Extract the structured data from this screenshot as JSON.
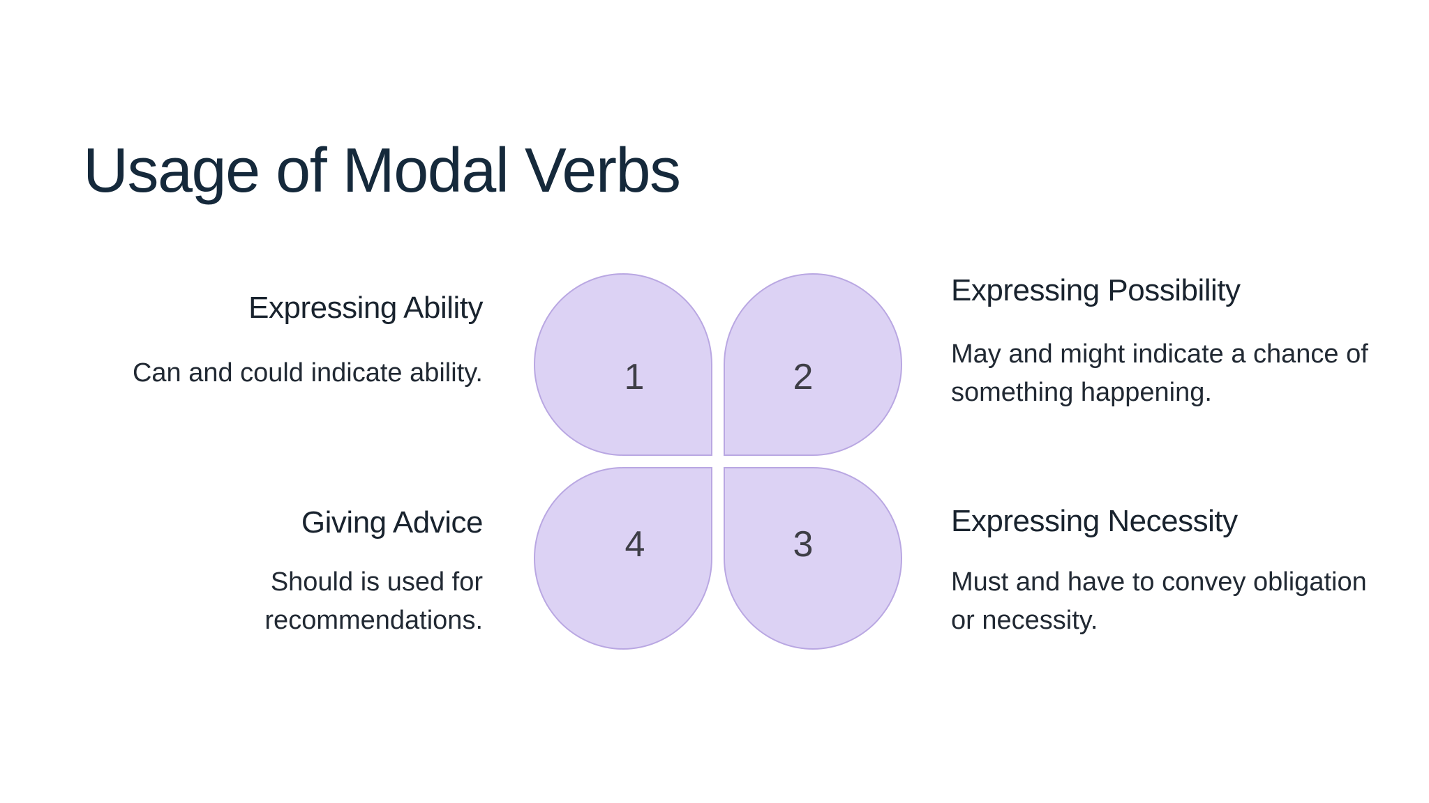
{
  "slide": {
    "title": "Usage of Modal Verbs"
  },
  "diagram": {
    "type": "four-petal-clover",
    "fill_color": "#dcd2f4",
    "border_color": "#b9a7e2",
    "petals": [
      {
        "number": "1",
        "position": "top-left"
      },
      {
        "number": "2",
        "position": "top-right"
      },
      {
        "number": "3",
        "position": "bottom-right"
      },
      {
        "number": "4",
        "position": "bottom-left"
      }
    ]
  },
  "quadrants": [
    {
      "number": "1",
      "heading": "Expressing Ability",
      "body_lines": [
        "Can and could indicate ability."
      ]
    },
    {
      "number": "2",
      "heading": "Expressing Possibility",
      "body_lines": [
        "May and might indicate a chance of",
        "something happening."
      ]
    },
    {
      "number": "3",
      "heading": "Expressing Necessity",
      "body_lines": [
        "Must and have to convey obligation",
        "or necessity."
      ]
    },
    {
      "number": "4",
      "heading": "Giving Advice",
      "body_lines": [
        "Should is used for",
        "recommendations."
      ]
    }
  ],
  "colors": {
    "background": "#ffffff",
    "title_text": "#15293b",
    "heading_text": "#19232e",
    "body_text": "#212933",
    "petal_fill": "#dcd2f4",
    "petal_border": "#b9a7e2",
    "number_text": "#3e3e46"
  }
}
